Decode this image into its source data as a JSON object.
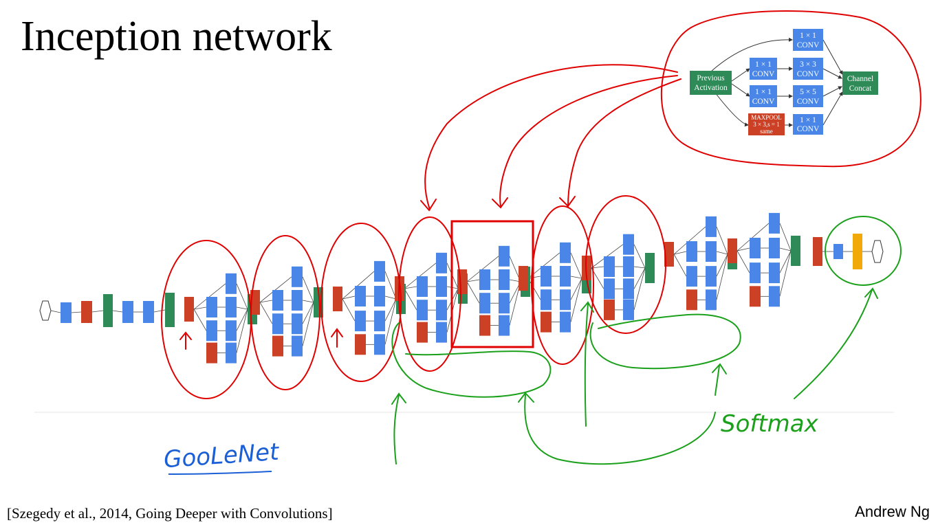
{
  "slide": {
    "title": "Inception network",
    "citation": "[Szegedy et al., 2014, Going Deeper with Convolutions]",
    "author": "Andrew Ng"
  },
  "inception_module": {
    "input_label": [
      "Previous",
      "Activation"
    ],
    "output_label": [
      "Channel",
      "Concat"
    ],
    "branches": [
      {
        "first": [
          "1 × 1",
          "CONV"
        ],
        "second": null
      },
      {
        "first": [
          "1 × 1",
          "CONV"
        ],
        "second": [
          "3 × 3",
          "CONV"
        ]
      },
      {
        "first": [
          "1 × 1",
          "CONV"
        ],
        "second": [
          "5 × 5",
          "CONV"
        ]
      },
      {
        "first": [
          "MAXPOOL",
          "3 × 3,s = 1",
          "same"
        ],
        "second": [
          "1 × 1",
          "CONV"
        ]
      }
    ]
  },
  "handwriting": {
    "network_name": "GooLeNet",
    "side_branch_label": "Softmax"
  },
  "colors": {
    "conv_blue": "#4a86e8",
    "pool_red": "#cc4125",
    "concat_green": "#2e8b57",
    "softmax_yellow": "#f1a90a",
    "annotation_red": "#e00000",
    "annotation_green": "#1aa01a",
    "annotation_blue": "#1a5fd6"
  }
}
